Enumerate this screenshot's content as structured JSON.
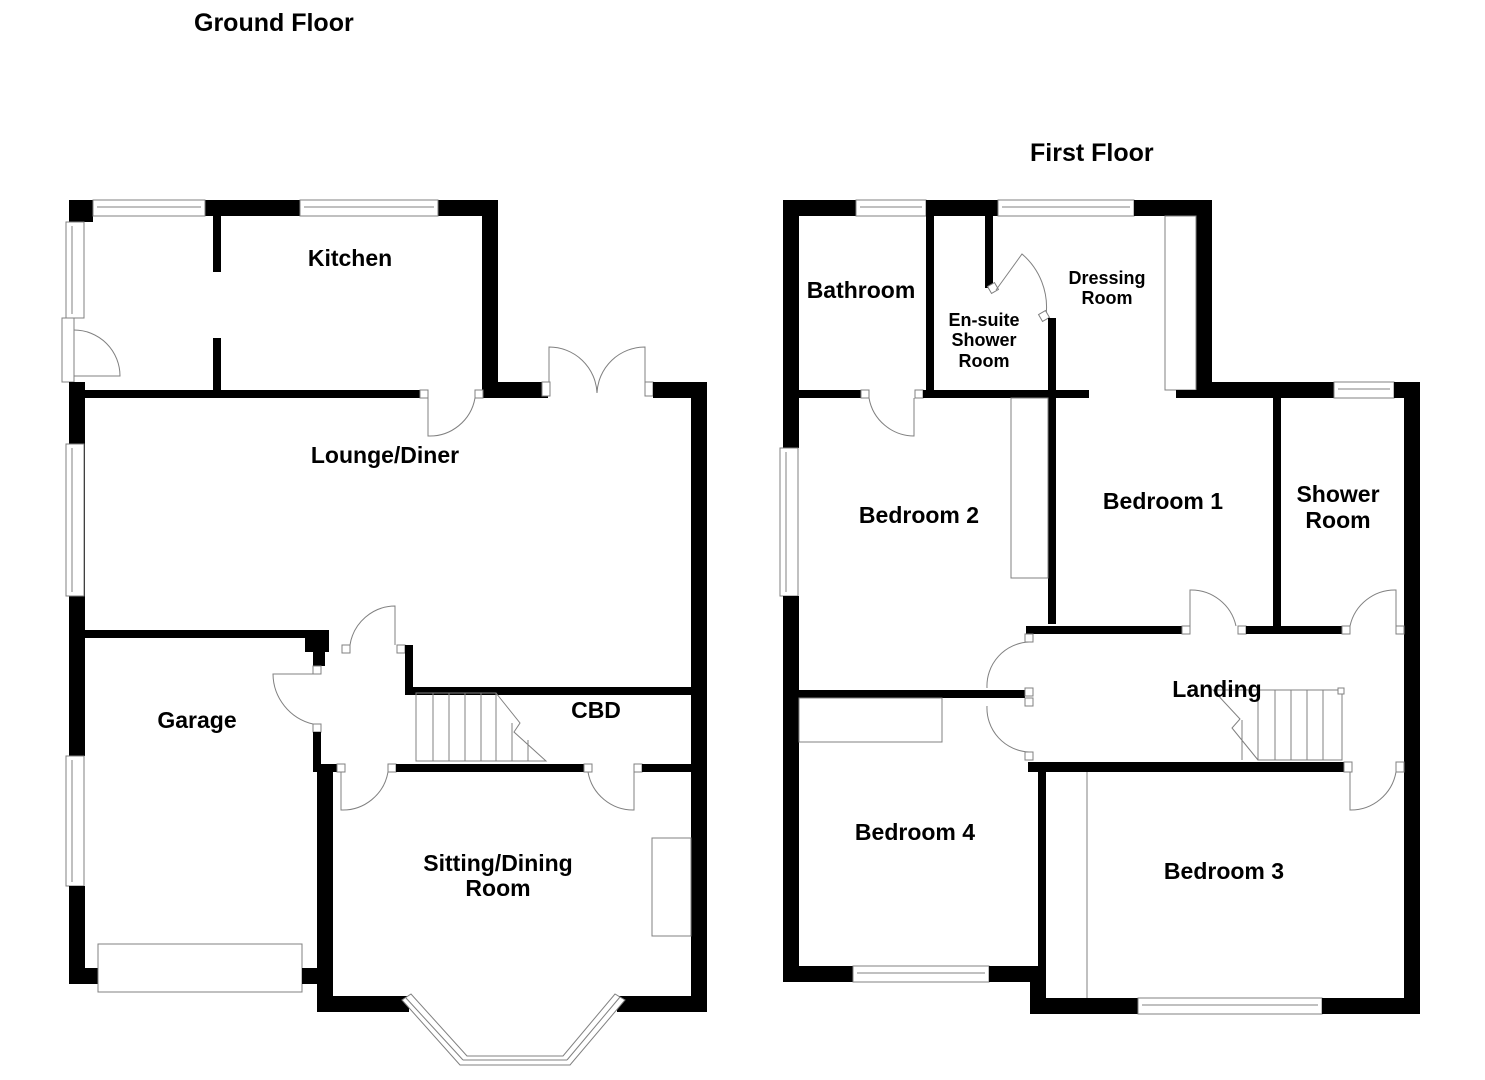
{
  "floors": {
    "ground": {
      "title": "Ground Floor",
      "rooms": {
        "kitchen": "Kitchen",
        "lounge_diner": "Lounge/Diner",
        "garage": "Garage",
        "cbd": "CBD",
        "sitting_dining_line1": "Sitting/Dining",
        "sitting_dining_line2": "Room"
      }
    },
    "first": {
      "title": "First Floor",
      "rooms": {
        "bathroom": "Bathroom",
        "ensuite_line1": "En-suite",
        "ensuite_line2": "Shower",
        "ensuite_line3": "Room",
        "dressing_line1": "Dressing",
        "dressing_line2": "Room",
        "bedroom1": "Bedroom 1",
        "bedroom2": "Bedroom 2",
        "bedroom3": "Bedroom 3",
        "bedroom4": "Bedroom 4",
        "shower_line1": "Shower",
        "shower_line2": "Room",
        "landing": "Landing"
      }
    }
  },
  "colors": {
    "wall": "#000000",
    "fixture_line": "#808080",
    "background": "#ffffff"
  }
}
